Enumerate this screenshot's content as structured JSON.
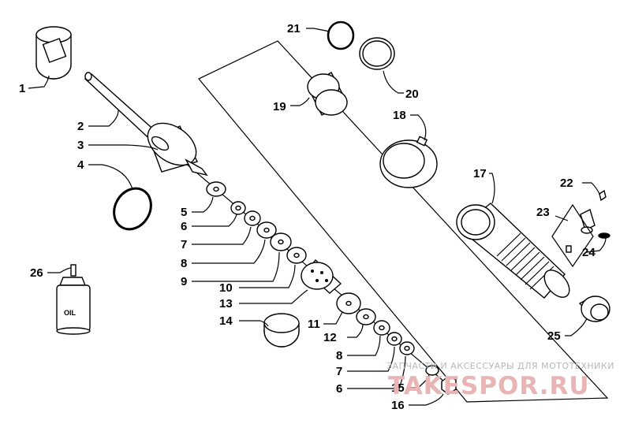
{
  "callouts": [
    "1",
    "2",
    "3",
    "4",
    "5",
    "6",
    "7",
    "8",
    "9",
    "10",
    "13",
    "14",
    "11",
    "12",
    "8",
    "7",
    "6",
    "15",
    "16",
    "17",
    "18",
    "19",
    "20",
    "21",
    "22",
    "23",
    "24",
    "25",
    "26"
  ],
  "oil_label": "OIL",
  "watermark": {
    "subtitle": "ЗАПЧАСТИ И АКСЕССУАРЫ ДЛЯ МОТОТЕХНИКИ",
    "logo": "TAKESPOR.RU"
  }
}
